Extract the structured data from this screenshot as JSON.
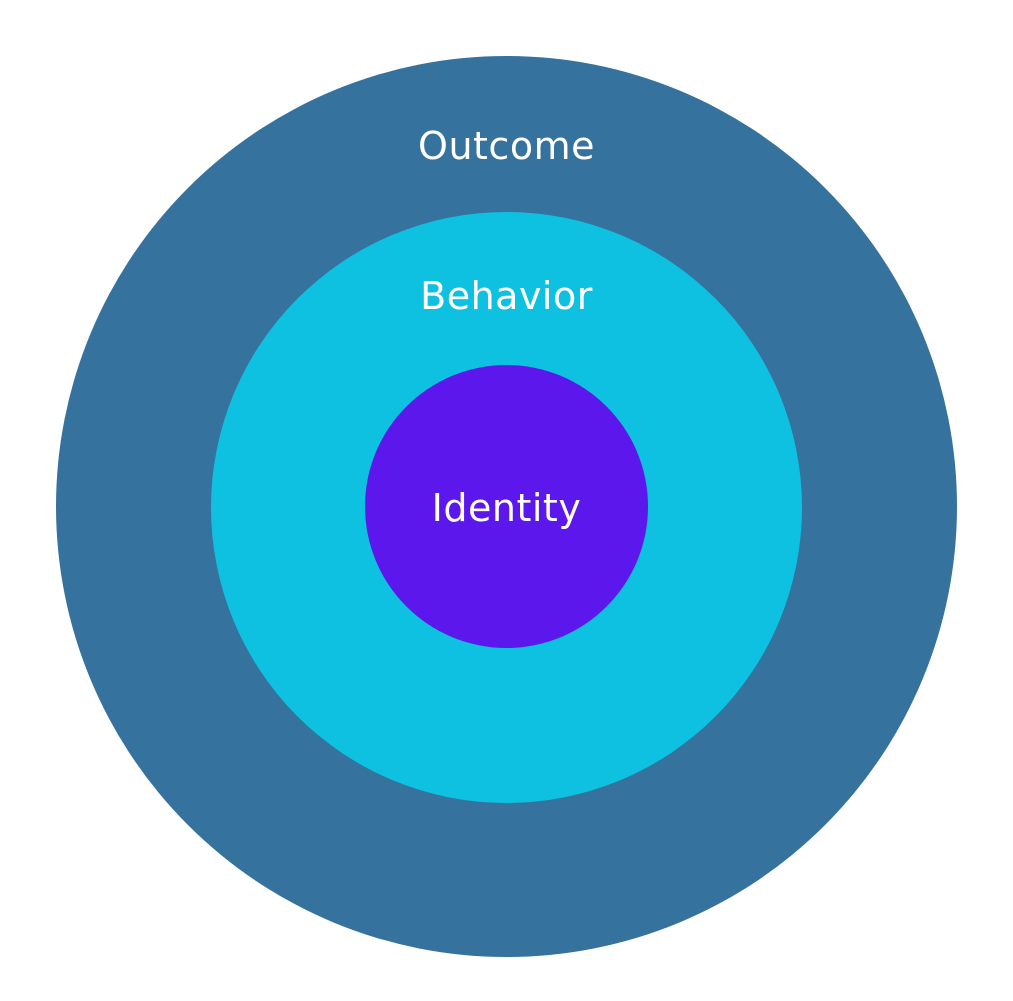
{
  "layers": {
    "outer": {
      "label": "Outcome",
      "color": "#35729e"
    },
    "middle": {
      "label": "Behavior",
      "color": "#0ec1e0"
    },
    "inner": {
      "label": "Identity",
      "color": "#5b17ec"
    }
  },
  "label_color": "#ffffff"
}
